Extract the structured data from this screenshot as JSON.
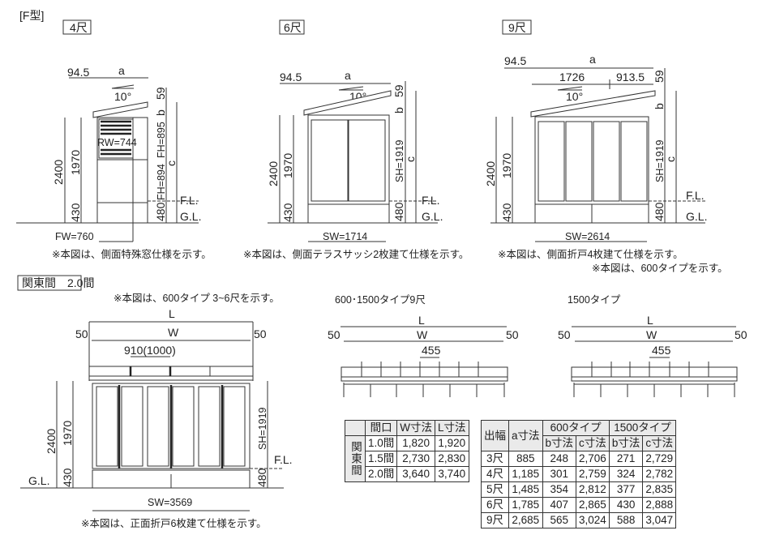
{
  "header": {
    "type_label": "[F型]"
  },
  "side_views": [
    {
      "size": "4尺",
      "offset": "94.5",
      "a": "a",
      "angle": "10°",
      "h2400": "2400",
      "h1970": "1970",
      "h430": "430",
      "h59": "59",
      "b": "b",
      "c": "c",
      "fh_top": "FH=895",
      "fh_bottom": "FH=894",
      "h480": "480",
      "fl": "F.L.",
      "gl": "G.L.",
      "rw": "RW=744",
      "fw": "FW=760",
      "note": "※本図は、側面特殊窓仕様を示す。"
    },
    {
      "size": "6尺",
      "offset": "94.5",
      "a": "a",
      "angle": "10°",
      "h2400": "2400",
      "h1970": "1970",
      "h430": "430",
      "h59": "59",
      "b": "b",
      "c": "c",
      "sh": "SH=1919",
      "h480": "480",
      "fl": "F.L.",
      "gl": "G.L.",
      "sw": "SW=1714",
      "note": "※本図は、側面テラスサッシ2枚建て仕様を示す。"
    },
    {
      "size": "9尺",
      "offset": "94.5",
      "a": "a",
      "a1": "1726",
      "a2": "913.5",
      "angle": "10°",
      "h2400": "2400",
      "h1970": "1970",
      "h430": "430",
      "h59": "59",
      "b": "b",
      "c": "c",
      "sh": "SH=1919",
      "h480": "480",
      "fl": "F.L.",
      "gl": "G.L.",
      "sw": "SW=2614",
      "note": "※本図は、側面折戸4枚建て仕様を示す。",
      "note2": "※本図は、600タイプを示す。"
    }
  ],
  "front": {
    "section_label": "関東間　2.0間",
    "note_top": "※本図は、600タイプ 3~6尺を示す。",
    "L": "L",
    "W": "W",
    "m_left": "50",
    "m_right": "50",
    "pitch": "910(1000)",
    "h2400": "2400",
    "h1970": "1970",
    "h430": "430",
    "sh": "SH=1919",
    "h480": "480",
    "fl": "F.L.",
    "gl": "G.L.",
    "sw": "SW=3569",
    "note": "※本図は、正面折戸6枚建て仕様を示す。"
  },
  "roof_views": [
    {
      "title": "600･1500タイプ9尺",
      "L": "L",
      "W": "W",
      "m_left": "50",
      "m_right": "50",
      "pitch": "455"
    },
    {
      "title": "1500タイプ",
      "L": "L",
      "W": "W",
      "m_left": "50",
      "m_right": "50",
      "pitch": "455"
    }
  ],
  "width_table": {
    "group": "関東間",
    "headers": [
      "間口",
      "W寸法",
      "L寸法"
    ],
    "rows": [
      [
        "1.0間",
        "1,820",
        "1,920"
      ],
      [
        "1.5間",
        "2,730",
        "2,830"
      ],
      [
        "2.0間",
        "3,640",
        "3,740"
      ]
    ]
  },
  "depth_table": {
    "headers": {
      "depth": "出幅",
      "a": "a寸法",
      "t600": "600タイプ",
      "t1500": "1500タイプ",
      "b": "b寸法",
      "c": "c寸法"
    },
    "rows": [
      [
        "3尺",
        "885",
        "248",
        "2,706",
        "271",
        "2,729"
      ],
      [
        "4尺",
        "1,185",
        "301",
        "2,759",
        "324",
        "2,782"
      ],
      [
        "5尺",
        "1,485",
        "354",
        "2,812",
        "377",
        "2,835"
      ],
      [
        "6尺",
        "1,785",
        "407",
        "2,865",
        "430",
        "2,888"
      ],
      [
        "9尺",
        "2,685",
        "565",
        "3,024",
        "588",
        "3,047"
      ]
    ]
  }
}
